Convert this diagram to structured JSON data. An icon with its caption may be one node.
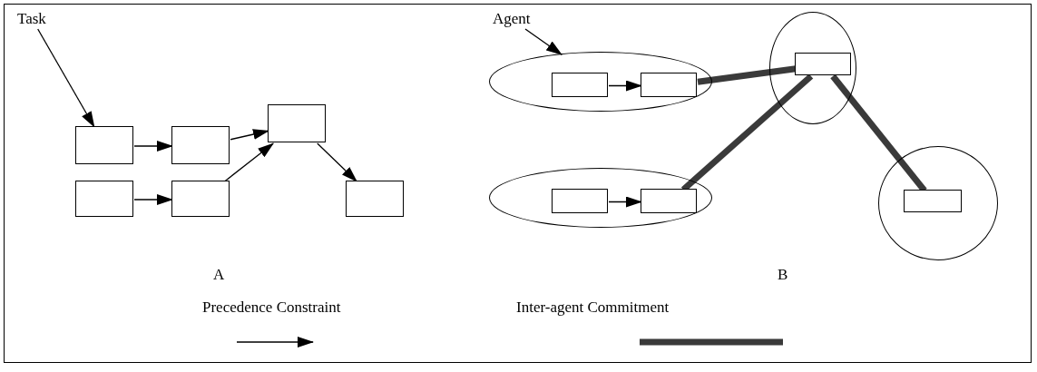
{
  "diagram": {
    "nodes": [
      {
        "text": [
          "Task"
        ]
      },
      {
        "text": [],
        "shape": "box"
      },
      {
        "text": [],
        "shape": "box"
      },
      {
        "text": [],
        "shape": "box"
      },
      {
        "text": [],
        "shape": "box"
      },
      {
        "text": [],
        "shape": "box"
      },
      {
        "text": [],
        "shape": "box"
      },
      {
        "text": [
          "Agent"
        ]
      },
      {
        "text": [],
        "shape": "ellipse"
      },
      {
        "text": [],
        "shape": "box",
        "in": 8
      },
      {
        "text": [],
        "shape": "box",
        "in": 8
      },
      {
        "text": [],
        "shape": "ellipse"
      },
      {
        "text": [],
        "shape": "box",
        "in": 11
      },
      {
        "text": [],
        "shape": "box",
        "in": 11
      },
      {
        "text": [],
        "shape": "circle"
      },
      {
        "text": [],
        "shape": "box",
        "in": 14
      },
      {
        "text": [],
        "shape": "circle"
      },
      {
        "text": [],
        "shape": "box",
        "in": 16
      }
    ],
    "edges": [
      {
        "from": 0,
        "to": 1,
        "arrow": "to"
      },
      {
        "from": 1,
        "to": 2,
        "arrow": "to"
      },
      {
        "from": 2,
        "to": 3,
        "arrow": "to"
      },
      {
        "from": 4,
        "to": 5,
        "arrow": "to"
      },
      {
        "from": 5,
        "to": 3,
        "arrow": "to"
      },
      {
        "from": 3,
        "to": 6,
        "arrow": "to"
      },
      {
        "from": 7,
        "to": 8,
        "arrow": "to"
      },
      {
        "from": 9,
        "to": 10,
        "arrow": "to"
      },
      {
        "from": 12,
        "to": 13,
        "arrow": "to"
      },
      {
        "from": 10,
        "to": 15,
        "arrow": "none",
        "style": "thick"
      },
      {
        "from": 13,
        "to": 15,
        "arrow": "none",
        "style": "thick"
      },
      {
        "from": 15,
        "to": 17,
        "arrow": "none",
        "style": "thick"
      }
    ],
    "labels": [
      "A",
      "B"
    ],
    "legend": [
      {
        "text": "Precedence Constraint"
      },
      {
        "text": "Inter-agent Commitment"
      }
    ]
  }
}
